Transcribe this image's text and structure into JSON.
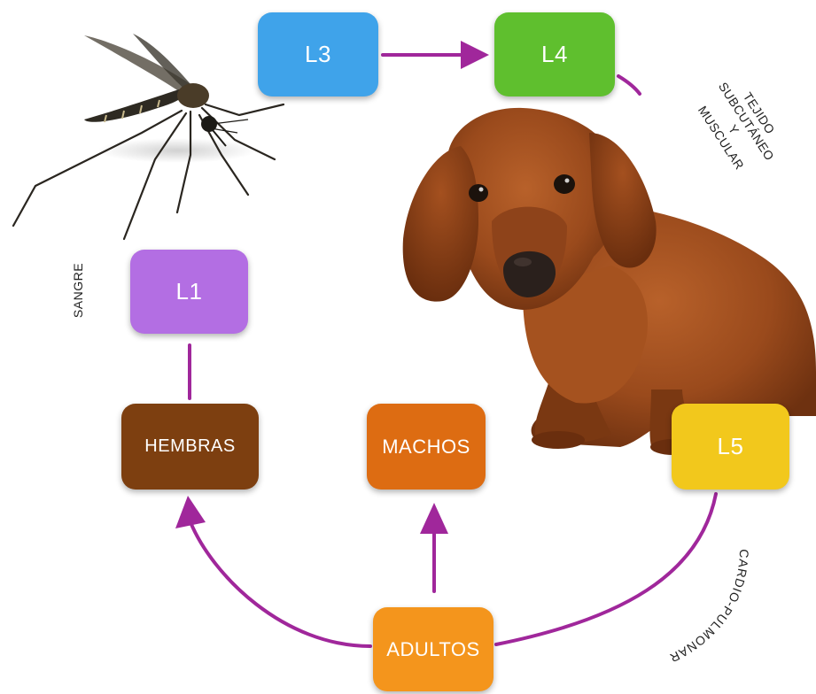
{
  "nodes": {
    "l3": "L3",
    "l4": "L4",
    "l1": "L1",
    "hembras": "HEMBRAS",
    "machos": "MACHOS",
    "l5": "L5",
    "adultos": "ADULTOS"
  },
  "labels": {
    "sangre": "SANGRE",
    "tejido_lines": [
      "TEJIDO",
      "SUBCUTÁNEO",
      "Y",
      "MUSCULAR"
    ],
    "cardio": "CARDIO-PULMONAR"
  },
  "illustrations": {
    "mosquito": "mosquito-illustration",
    "dog": "dachshund-dog-illustration"
  },
  "colors": {
    "arrow": "#a0279b",
    "l3": "#3fa3ea",
    "l4": "#5fbf2e",
    "l1": "#b36ee3",
    "hembras": "#7d3f10",
    "machos": "#dd6c12",
    "l5": "#f2c81c",
    "adultos": "#f4951c"
  }
}
